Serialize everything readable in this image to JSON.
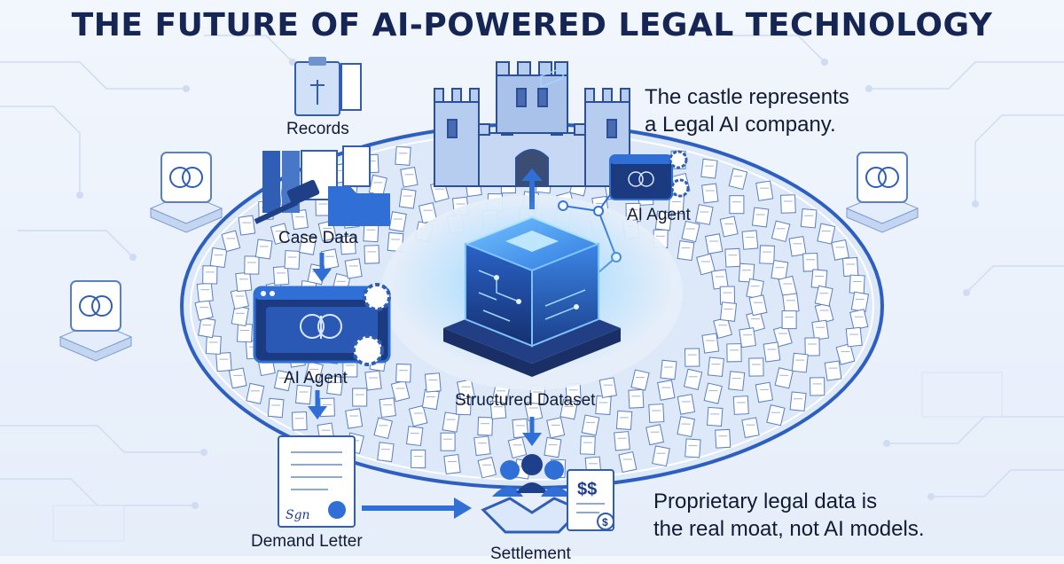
{
  "title": "THE FUTURE OF AI-POWERED LEGAL TECHNOLOGY",
  "labels": {
    "records": "Records",
    "case_data": "Case Data",
    "ai_agent_left": "AI Agent",
    "ai_agent_right": "AI Agent",
    "structured_dataset": "Structured Dataset",
    "demand_letter": "Demand Letter",
    "settlement": "Settlement"
  },
  "notes": {
    "castle": [
      "The castle represents",
      "a Legal AI company."
    ],
    "moat": [
      "Proprietary legal data is",
      "the real moat, not AI models."
    ]
  },
  "symbols": {
    "signature": "Sgn",
    "currency": "$$",
    "dollar": "$"
  },
  "icons": [
    "brain-icon",
    "castle-icon",
    "cube-icon",
    "folder-icon",
    "gavel-icon",
    "handshake-icon",
    "document-icon",
    "arrow-icon",
    "gear-icon"
  ],
  "colors": {
    "title": "#152554",
    "primary": "#2f6fd6",
    "dark": "#1e3f8a",
    "light": "#dbe8fb",
    "glow": "#4aa8ff"
  }
}
